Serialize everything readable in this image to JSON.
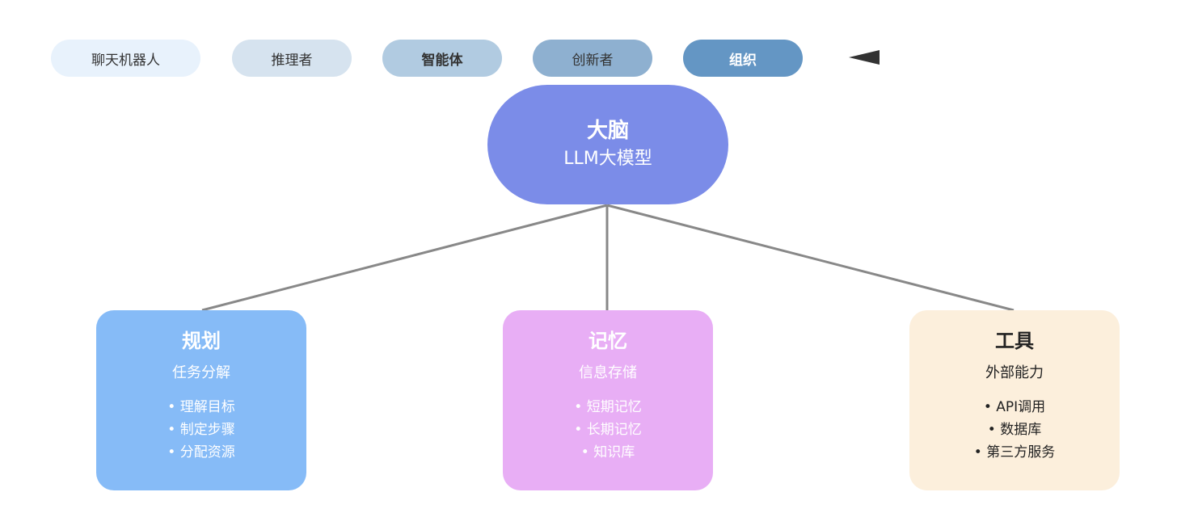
{
  "levels": [
    {
      "label": "聊天机器人",
      "color": "#e8f2fc"
    },
    {
      "label": "推理者",
      "color": "#d6e3ef"
    },
    {
      "label": "智能体",
      "color": "#b1cbe1"
    },
    {
      "label": "创新者",
      "color": "#8eb0d0"
    },
    {
      "label": "组织",
      "color": "#6496c4"
    }
  ],
  "brain": {
    "title": "大脑",
    "subtitle": "LLM大模型",
    "color": "#7b8ce8"
  },
  "modules": [
    {
      "title": "规划",
      "subtitle": "任务分解",
      "items": [
        "• 理解目标",
        "• 制定步骤",
        "• 分配资源"
      ],
      "color": "#86bbf7"
    },
    {
      "title": "记忆",
      "subtitle": "信息存储",
      "items": [
        "• 短期记忆",
        "• 长期记忆",
        "• 知识库"
      ],
      "color": "#e8aef5"
    },
    {
      "title": "工具",
      "subtitle": "外部能力",
      "items": [
        "• API调用",
        "• 数据库",
        "• 第三方服务"
      ],
      "color": "#fcefdc"
    }
  ],
  "colors": {
    "connector": "#888888",
    "arrow": "#333333"
  }
}
